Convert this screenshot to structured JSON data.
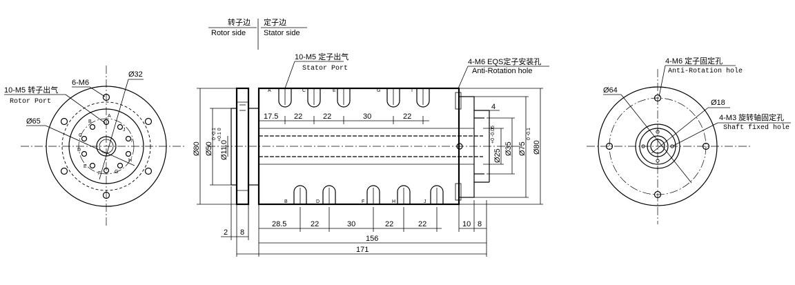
{
  "legend": {
    "rotor_cn": "转子边",
    "rotor_en": "Rotor side",
    "stator_cn": "定子边",
    "stator_en": "Stator side"
  },
  "left_view": {
    "port_callout": "10-M5 转子出气",
    "port_callout_en": "Rotor Port",
    "holes_callout": "6-M6",
    "dia_center": "Ø32",
    "dia_pcd": "Ø65",
    "port_letters": [
      "A",
      "B",
      "C",
      "D",
      "E",
      "F",
      "G",
      "H",
      "I",
      "J"
    ]
  },
  "section_view": {
    "stator_port_callout": "10-M5 定子出气",
    "stator_port_callout_en": "Stator Port",
    "anti_rotation_callout": "4-M6 EQS定子安装孔",
    "anti_rotation_callout_en": "Anti-Rotation hole",
    "top_letters": [
      "A",
      "C",
      "E",
      "G",
      "I"
    ],
    "bottom_letters": [
      "B",
      "D",
      "F",
      "H",
      "J"
    ],
    "top_dims": [
      "17.5",
      "22",
      "22",
      "30",
      "22"
    ],
    "bottom_dims": [
      "28.5",
      "22",
      "30",
      "22",
      "22"
    ],
    "right_dims": [
      "10",
      "8"
    ],
    "left_dims": [
      "2",
      "8"
    ],
    "dim_4": "4",
    "overall_156": "156",
    "overall_171": "171",
    "dia_80_left": "Ø80",
    "dia_50": "Ø50",
    "dia_50_tol": "0\n-0.1",
    "dia_11": "Ø11.0",
    "dia_11_tol": "+0.1\n0",
    "dia_25": "Ø25",
    "dia_25_tol": "+0\n-0.05",
    "dia_35": "Ø35",
    "dia_75": "Ø75",
    "dia_75_tol": "0\n-0.1",
    "dia_80_right": "Ø80"
  },
  "right_view": {
    "holes_callout": "4-M6 定子固定孔",
    "holes_callout_en": "Anti-Rotation hole",
    "dia_64": "Ø64",
    "dia_18": "Ø18",
    "shaft_callout": "4-M3 旋转轴固定孔",
    "shaft_callout_en": "Shaft fixed hole"
  }
}
